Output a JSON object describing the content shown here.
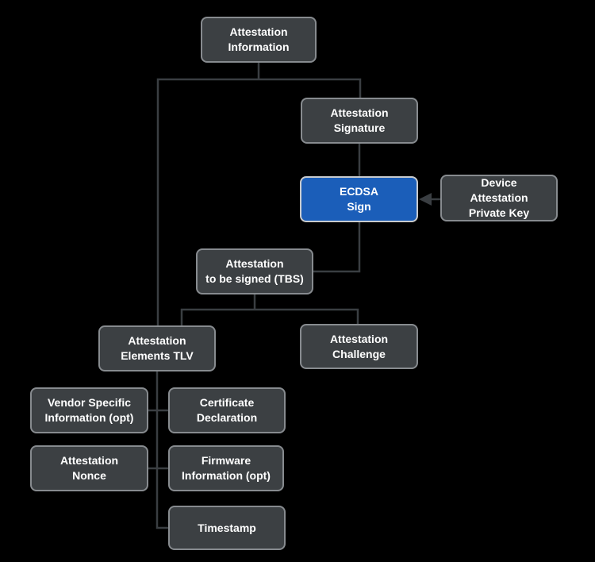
{
  "colors": {
    "background": "#000000",
    "node_fill": "#3c4043",
    "node_border": "#878b8f",
    "highlight_fill": "#1b5eb9",
    "highlight_border": "#c9cbcd",
    "connector": "#3a3e42",
    "text": "#ffffff"
  },
  "diagram": {
    "nodes": [
      {
        "id": "attestation-information",
        "label": "Attestation\nInformation"
      },
      {
        "id": "attestation-signature",
        "label": "Attestation\nSignature"
      },
      {
        "id": "ecdsa-sign",
        "label": "ECDSA\nSign"
      },
      {
        "id": "device-attestation-private-key",
        "label": "Device\nAttestation\nPrivate Key"
      },
      {
        "id": "attestation-tbs",
        "label": "Attestation\nto be signed (TBS)"
      },
      {
        "id": "attestation-elements-tlv",
        "label": "Attestation\nElements TLV"
      },
      {
        "id": "attestation-challenge",
        "label": "Attestation\nChallenge"
      },
      {
        "id": "vendor-specific-information",
        "label": "Vendor Specific\nInformation (opt)"
      },
      {
        "id": "certificate-declaration",
        "label": "Certificate\nDeclaration"
      },
      {
        "id": "attestation-nonce",
        "label": "Attestation\nNonce"
      },
      {
        "id": "firmware-information",
        "label": "Firmware\nInformation (opt)"
      },
      {
        "id": "timestamp",
        "label": "Timestamp"
      }
    ]
  }
}
